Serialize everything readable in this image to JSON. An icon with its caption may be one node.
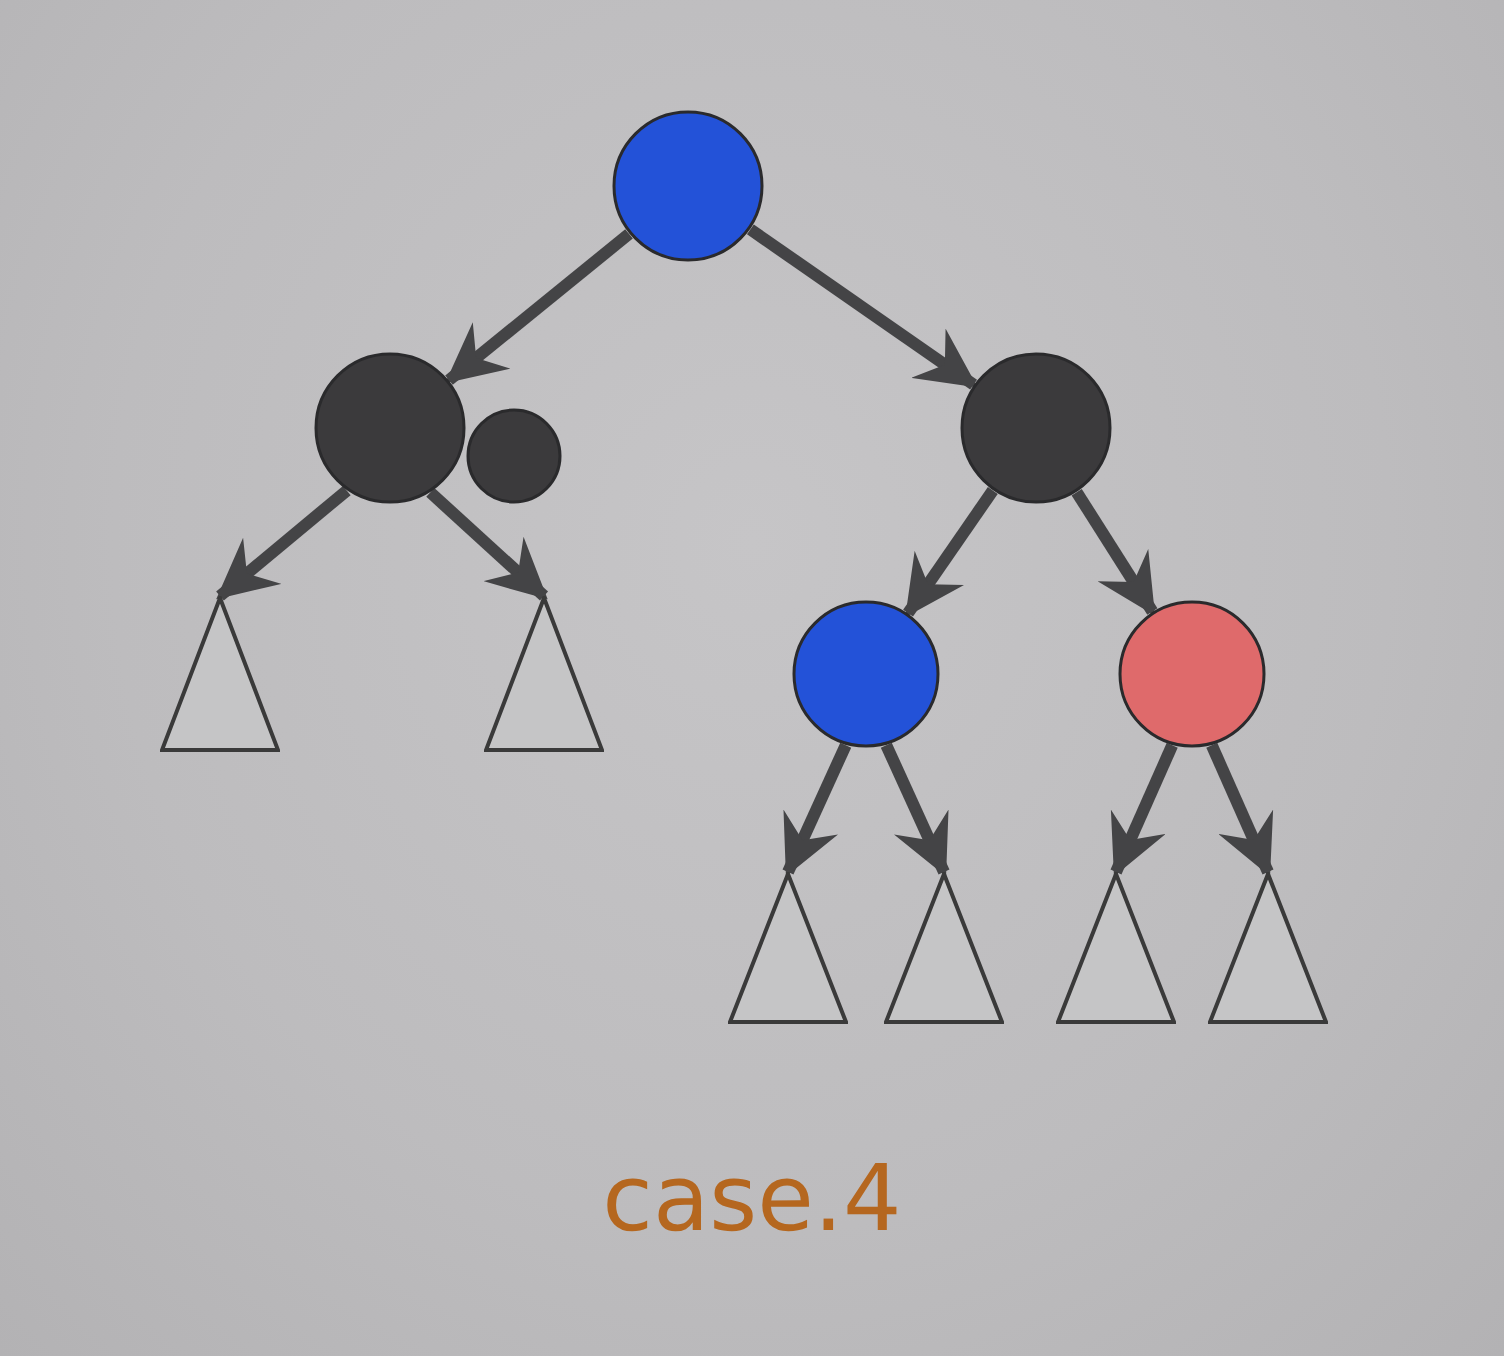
{
  "diagram": {
    "caption": "case.4",
    "nodes": [
      {
        "text": [],
        "shape": "circle"
      },
      {
        "text": [],
        "shape": "circle"
      },
      {
        "text": [],
        "shape": "circle"
      },
      {
        "text": [],
        "shape": "circle"
      },
      {
        "text": [],
        "shape": "triangle"
      },
      {
        "text": [],
        "shape": "triangle"
      },
      {
        "text": [],
        "shape": "circle"
      },
      {
        "text": [],
        "shape": "circle"
      },
      {
        "text": [],
        "shape": "triangle"
      },
      {
        "text": [],
        "shape": "triangle"
      },
      {
        "text": [],
        "shape": "triangle"
      },
      {
        "text": [],
        "shape": "triangle"
      }
    ],
    "edges": [
      {
        "from": 0,
        "to": 1,
        "arrow": "to"
      },
      {
        "from": 0,
        "to": 3,
        "arrow": "to"
      },
      {
        "from": 1,
        "to": 4,
        "arrow": "to"
      },
      {
        "from": 1,
        "to": 5,
        "arrow": "to"
      },
      {
        "from": 3,
        "to": 6,
        "arrow": "to"
      },
      {
        "from": 3,
        "to": 7,
        "arrow": "to"
      },
      {
        "from": 6,
        "to": 8,
        "arrow": "to"
      },
      {
        "from": 6,
        "to": 9,
        "arrow": "to"
      },
      {
        "from": 7,
        "to": 10,
        "arrow": "to"
      },
      {
        "from": 7,
        "to": 11,
        "arrow": "to"
      }
    ]
  }
}
